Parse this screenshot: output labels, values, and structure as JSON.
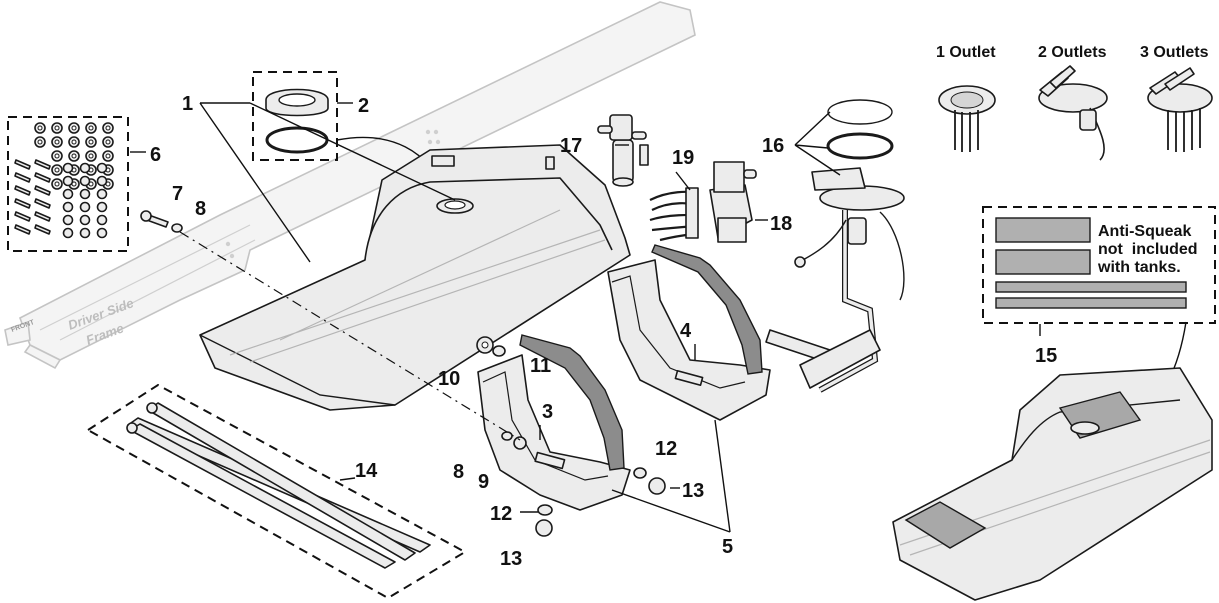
{
  "callouts": {
    "c1": "1",
    "c2": "2",
    "c3": "3",
    "c4": "4",
    "c5": "5",
    "c6": "6",
    "c7": "7",
    "c8a": "8",
    "c8b": "8",
    "c9": "9",
    "c10": "10",
    "c11": "11",
    "c12a": "12",
    "c12b": "12",
    "c13a": "13",
    "c13b": "13",
    "c14": "14",
    "c15": "15",
    "c16": "16",
    "c17": "17",
    "c18": "18",
    "c19": "19"
  },
  "pump_headers": {
    "one": "1 Outlet",
    "two": "2 Outlets",
    "three": "3 Outlets"
  },
  "anti_squeak_note": {
    "line1": "Anti-Squeak",
    "line2": "not  included",
    "line3": "with tanks."
  },
  "frame_label": {
    "line1": "Driver Side",
    "line2": "Frame"
  },
  "frame_arrow_text": "FRONT"
}
